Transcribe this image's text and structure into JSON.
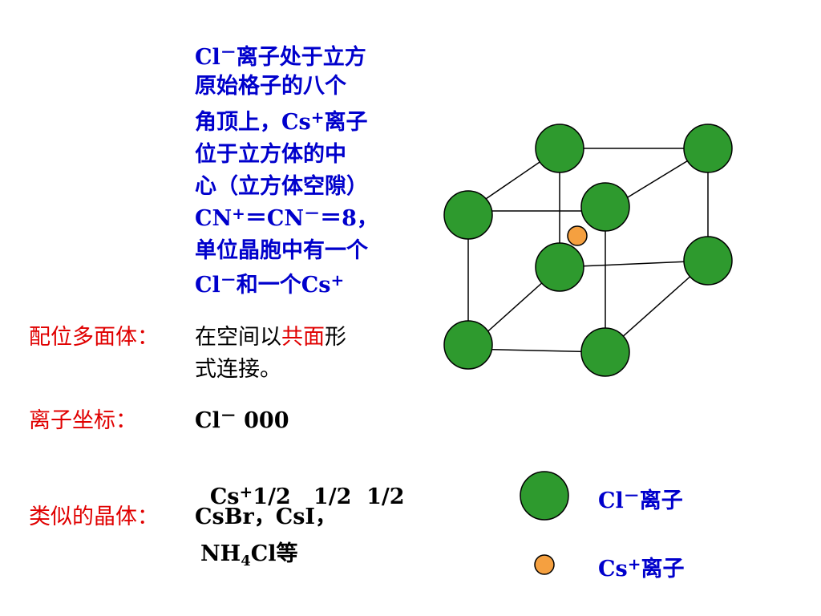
{
  "description": {
    "line1_a": "Cl",
    "line1_sup": "－",
    "line1_b": "离子处于立方",
    "line2": "原始格子的八个",
    "line3_a": "角顶上，",
    "line3_b": "Cs",
    "line3_sup": "+",
    "line3_c": "离子",
    "line4": "位于立方体的中",
    "line5": "心（立方体空隙）",
    "line6_a": "CN",
    "line6_sup1": "+",
    "line6_b": "＝CN",
    "line6_sup2": "－",
    "line6_c": "＝8，",
    "line7": "单位晶胞中有一个",
    "line8_a": "Cl",
    "line8_sup": "－",
    "line8_b": "和一个",
    "line8_c": "Cs",
    "line8_sup2": "+"
  },
  "polyhedron": {
    "label": "配位多面体：",
    "text_a": "在空间以",
    "text_highlight": "共面",
    "text_b": "形",
    "text_line2": "式连接。"
  },
  "coordinates": {
    "label": "离子坐标：",
    "cl_name": "Cl",
    "cl_sup": "－",
    "cl_value": " 000",
    "cs_name": "Cs",
    "cs_sup": "+",
    "cs_value": "1/2   1/2  1/2"
  },
  "similar": {
    "label": "类似的晶体：",
    "line1": "CsBr，CsI，",
    "line2_a": "NH",
    "line2_sub": "4",
    "line2_b": "Cl等"
  },
  "legend": {
    "cl_name": "Cl",
    "cl_sup": "－",
    "cl_suffix": "离子",
    "cs_name": "Cs",
    "cs_sup": "+",
    "cs_suffix": "离子"
  },
  "colors": {
    "cl_atom": "#2e9a2e",
    "cs_atom": "#f5a040",
    "label_red": "#e00000",
    "text_blue": "#0000cc"
  }
}
